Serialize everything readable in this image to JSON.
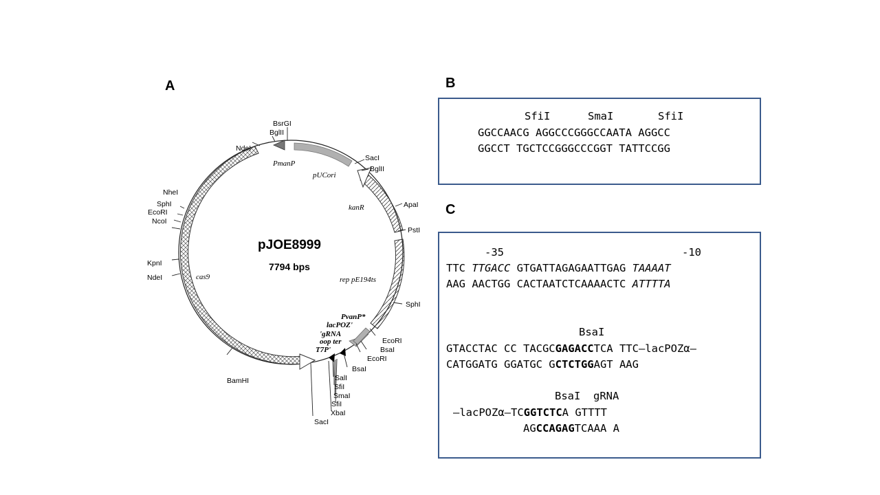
{
  "panels": {
    "a": "A",
    "b": "B",
    "c": "C"
  },
  "plasmid": {
    "name": "pJOE8999",
    "size": "7794 bps",
    "features": {
      "pmanp": "PmanP",
      "pucori": "pUCori",
      "kanr": "kanR",
      "rep": "rep pE194ts",
      "cas9": "cas9",
      "pvanp": "PvanP*",
      "lacpoz": "lacPOZ'",
      "grna": "'gRNA",
      "oopter": "oop ter",
      "t7p": "T7P'"
    },
    "sites": {
      "bsrgi": "BsrGI",
      "bglii_top": "BglII",
      "ndei_top": "NdeI",
      "saci_top": "SacI",
      "bglii_right": "BglII",
      "apai": "ApaI",
      "psti": "PstI",
      "nhei": "NheI",
      "sphi_left": "SphI",
      "ecori_left": "EcoRI",
      "ncoi": "NcoI",
      "kpni": "KpnI",
      "ndei_left": "NdeI",
      "sphi_right": "SphI",
      "ecori_r1": "EcoRI",
      "bsai_r1": "BsaI",
      "ecori_r2": "EcoRI",
      "bsai_r2": "BsaI",
      "bamhi": "BamHI",
      "sali": "SalI",
      "sfii_1": "SfiI",
      "smai": "SmaI",
      "sfii_2": "SfiI",
      "xbai": "XbaI",
      "saci_bottom": "SacI"
    }
  },
  "panel_b": {
    "sfi1": "SfiI",
    "smai": "SmaI",
    "sfi2": "SfiI",
    "top": "GGCCAACG AGGCCCGGGCCAATA AGGCC",
    "bottom": "GGCCT TGCTCCGGGCCCGGT TATTCCGG"
  },
  "panel_c": {
    "m35": "-35",
    "m10": "-10",
    "r1_a": "TTC ",
    "r1_b": "TTGACC",
    "r1_c": " GTGATTAGAGAATTGAG ",
    "r1_d": "TAAAAT",
    "r2_a": "AAG AACTGG CACTAATCTCAAAACTC ",
    "r2_b": "ATTTTA",
    "bsai1": "BsaI",
    "r3_a": "GTACCTAC CC TACGC",
    "r3_b": "GAGACC",
    "r3_c": "TCA TTC—lacPOZα—",
    "r4_a": "CATGGATG GGATGC G",
    "r4_b": "CTCTGG",
    "r4_c": "AGT AAG",
    "bsai2": "BsaI  gRNA",
    "r5_a": "—lacPOZα—TC",
    "r5_b": "GGTCTC",
    "r5_c": "A GTTTT",
    "r6_a": "AG",
    "r6_b": "CCAGAG",
    "r6_c": "TCAAA A"
  },
  "colors": {
    "box_border": "#3a5a8c",
    "promoter_grey": "#b0b0b0"
  }
}
